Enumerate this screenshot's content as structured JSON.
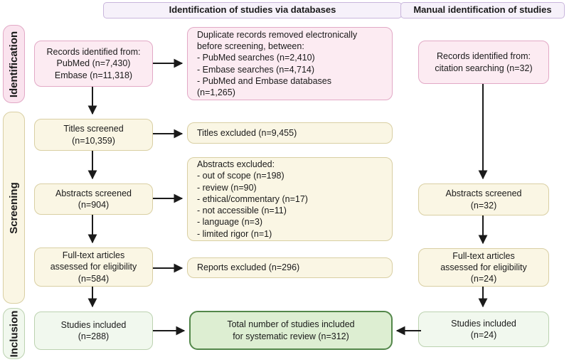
{
  "headers": {
    "databases": "Identification of studies via databases",
    "manual": "Manual identification of studies"
  },
  "sidebar": {
    "identification": "Identification",
    "screening": "Screening",
    "inclusion": "Inclusion"
  },
  "database_column": {
    "records_identified": "Records identified from:\nPubMed (n=7,430)\nEmbase (n=11,318)",
    "titles_screened": "Titles screened\n(n=10,359)",
    "abstracts_screened": "Abstracts screened\n(n=904)",
    "fulltext_assessed": "Full-text articles\nassessed for eligibility\n(n=584)",
    "studies_included": "Studies included\n(n=288)"
  },
  "exclusion_column": {
    "duplicates_removed": "Duplicate records removed electronically\nbefore screening, between:\n- PubMed searches (n=2,410)\n- Embase searches (n=4,714)\n- PubMed and Embase databases\n(n=1,265)",
    "titles_excluded": "Titles excluded  (n=9,455)",
    "abstracts_excluded": "Abstracts excluded:\n- out of scope (n=198)\n- review (n=90)\n- ethical/commentary (n=17)\n- not accessible (n=11)\n- language (n=3)\n- limited rigor (n=1)",
    "reports_excluded": "Reports excluded (n=296)",
    "total_included": "Total number of studies included\nfor systematic review (n=312)"
  },
  "manual_column": {
    "records_identified": "Records identified from:\ncitation searching  (n=32)",
    "abstracts_screened": "Abstracts screened\n(n=32)",
    "fulltext_assessed": "Full-text articles\nassessed for eligibility\n(n=24)",
    "studies_included": "Studies included\n(n=24)"
  },
  "colors": {
    "pink_bg": "#fcebf2",
    "pink_border": "#e2a9c6",
    "sidebar_pink_bg": "#fae3ee",
    "lavender_bg": "#f6f1fa",
    "lavender_border": "#c9b6dc",
    "cream_bg": "#faf6e4",
    "cream_border": "#d9cfa3",
    "lightgreen_bg": "#f1f8ee",
    "lightgreen_border": "#bcd2b0",
    "green_bg": "#ddeed2",
    "green_border": "#53874a",
    "arrow_color": "#1a1a1a"
  }
}
